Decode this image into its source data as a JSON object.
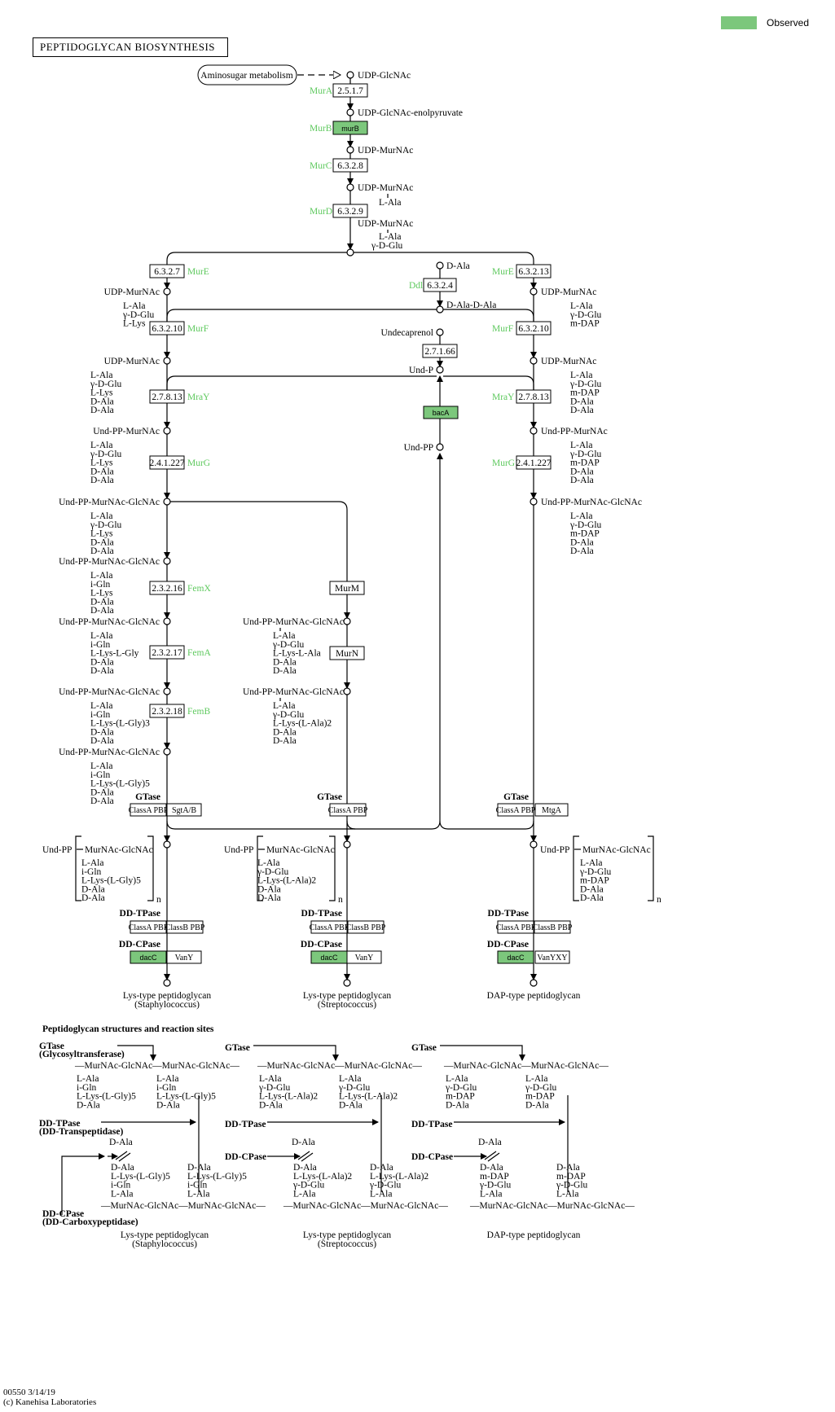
{
  "title": "PEPTIDOGLYCAN BIOSYNTHESIS",
  "legend": {
    "label": "Observed",
    "color": "#7cc77c"
  },
  "footer": {
    "line1": "00550 3/14/19",
    "line2": "(c) Kanehisa Laboratories"
  },
  "colors": {
    "observed": "#7cc77c",
    "gene_label": "#5ec95e"
  },
  "top": {
    "pathway_link": "Aminosugar metabolism",
    "compounds": [
      "UDP-GlcNAc",
      "UDP-GlcNAc-enolpyruvate",
      "UDP-MurNAc",
      "UDP-MurNAc",
      "L-Ala",
      "UDP-MurNAc",
      "L-Ala",
      "γ-D-Glu"
    ],
    "steps": [
      {
        "gene": "MurA",
        "ec": "2.5.1.7"
      },
      {
        "gene": "MurB",
        "ec": "murB"
      },
      {
        "gene": "MurC",
        "ec": "6.3.2.8"
      },
      {
        "gene": "MurD",
        "ec": "6.3.2.9"
      }
    ]
  },
  "center": {
    "dala": "D-Ala",
    "ddl": "Ddl",
    "ec_ddl": "6.3.2.4",
    "dala_dala": "D-Ala-D-Ala",
    "undecaprenol": "Undecaprenol",
    "ec_kinase": "2.7.1.66",
    "undp": "Und-P",
    "baca": "bacA",
    "undpp": "Und-PP"
  },
  "left": {
    "gene_e": "MurE",
    "ec_e": "6.3.2.7",
    "gene_f": "MurF",
    "ec_f": "6.3.2.10",
    "gene_y": "MraY",
    "ec_y": "2.7.8.13",
    "gene_g": "MurG",
    "ec_g": "2.4.1.227",
    "gene_x": "FemX",
    "ec_x": "2.3.2.16",
    "gene_a": "FemA",
    "ec_a": "2.3.2.17",
    "gene_b": "FemB",
    "ec_b": "2.3.2.18",
    "c1": [
      "UDP-MurNAc",
      "L-Ala",
      "γ-D-Glu",
      "L-Lys"
    ],
    "c2": [
      "UDP-MurNAc",
      "L-Ala",
      "γ-D-Glu",
      "L-Lys",
      "D-Ala",
      "D-Ala"
    ],
    "c3": [
      "Und-PP-MurNAc",
      "L-Ala",
      "γ-D-Glu",
      "L-Lys",
      "D-Ala",
      "D-Ala"
    ],
    "c4": [
      "Und-PP-MurNAc-GlcNAc",
      "L-Ala",
      "γ-D-Glu",
      "L-Lys",
      "D-Ala",
      "D-Ala"
    ],
    "c5": [
      "Und-PP-MurNAc-GlcNAc",
      "L-Ala",
      "i-Gln",
      "L-Lys",
      "D-Ala",
      "D-Ala"
    ],
    "c6": [
      "Und-PP-MurNAc-GlcNAc",
      "L-Ala",
      "i-Gln",
      "L-Lys-L-Gly",
      "D-Ala",
      "D-Ala"
    ],
    "c7": [
      "Und-PP-MurNAc-GlcNAc",
      "L-Ala",
      "i-Gln",
      "L-Lys-(L-Gly)3",
      "D-Ala",
      "D-Ala"
    ],
    "c8": [
      "Und-PP-MurNAc-GlcNAc",
      "L-Ala",
      "i-Gln",
      "L-Lys-(L-Gly)5",
      "D-Ala",
      "D-Ala"
    ],
    "poly": [
      "Und-PP",
      "MurNAc-GlcNAc",
      "L-Ala",
      "i-Gln",
      "L-Lys-(L-Gly)5",
      "D-Ala",
      "D-Ala",
      "n"
    ],
    "product": [
      "Lys-type peptidoglycan",
      "(Staphylococcus)"
    ]
  },
  "middle": {
    "murm": "MurM",
    "murn": "MurN",
    "c1": [
      "Und-PP-MurNAc-GlcNAc",
      "L-Ala",
      "γ-D-Glu",
      "L-Lys-L-Ala",
      "D-Ala",
      "D-Ala"
    ],
    "c2": [
      "Und-PP-MurNAc-GlcNAc",
      "L-Ala",
      "γ-D-Glu",
      "L-Lys-(L-Ala)2",
      "D-Ala",
      "D-Ala"
    ],
    "poly": [
      "Und-PP",
      "MurNAc-GlcNAc",
      "L-Ala",
      "γ-D-Glu",
      "L-Lys-(L-Ala)2",
      "D-Ala",
      "D-Ala",
      "n"
    ],
    "product": [
      "Lys-type peptidoglycan",
      "(Streptococcus)"
    ]
  },
  "right": {
    "gene_e": "MurE",
    "ec_e": "6.3.2.13",
    "gene_f": "MurF",
    "ec_f": "6.3.2.10",
    "gene_y": "MraY",
    "ec_y": "2.7.8.13",
    "gene_g": "MurG",
    "ec_g": "2.4.1.227",
    "c1": [
      "UDP-MurNAc",
      "L-Ala",
      "γ-D-Glu",
      "m-DAP"
    ],
    "c2": [
      "UDP-MurNAc",
      "L-Ala",
      "γ-D-Glu",
      "m-DAP",
      "D-Ala",
      "D-Ala"
    ],
    "c3": [
      "Und-PP-MurNAc",
      "L-Ala",
      "γ-D-Glu",
      "m-DAP",
      "D-Ala",
      "D-Ala"
    ],
    "c4": [
      "Und-PP-MurNAc-GlcNAc",
      "L-Ala",
      "γ-D-Glu",
      "m-DAP",
      "D-Ala",
      "D-Ala"
    ],
    "poly": [
      "Und-PP",
      "MurNAc-GlcNAc",
      "L-Ala",
      "γ-D-Glu",
      "m-DAP",
      "D-Ala",
      "D-Ala",
      "n"
    ],
    "product": [
      "DAP-type peptidoglycan"
    ]
  },
  "enzymes": {
    "gtase": "GTase",
    "classa": "ClassA PBP",
    "classb": "ClassB PBP",
    "sgta": "SgtA/B",
    "mtga": "MtgA",
    "ddtpase": "DD-TPase",
    "ddcpase": "DD-CPase",
    "dacc": "dacC",
    "vany": "VanY",
    "vanyxy": "VanYXY"
  },
  "structures": {
    "heading": "Peptidoglycan structures and reaction sites",
    "gtase_full": [
      "GTase",
      "(Glycosyltransferase)"
    ],
    "ddtpase_full": [
      "DD-TPase",
      "(DD-Transpeptidase)"
    ],
    "ddcpase_full": [
      "DD-CPase",
      "(DD-Carboxypeptidase)"
    ],
    "gtase": "GTase",
    "ddtpase": "DD-TPase",
    "ddcpase": "DD-CPase",
    "chain": "—MurNAc-GlcNAc—MurNAc-GlcNAc—",
    "s1": {
      "a": [
        "L-Ala",
        "i-Gln",
        "L-Lys-(L-Gly)5",
        "D-Ala"
      ],
      "b": [
        "L-Ala",
        "i-Gln",
        "L-Lys-(L-Gly)5",
        "D-Ala"
      ],
      "dala": "D-Ala",
      "c": [
        "D-Ala",
        "L-Lys-(L-Gly)5",
        "i-Gln",
        "L-Ala"
      ],
      "d": [
        "D-Ala",
        "L-Lys-(L-Gly)5",
        "i-Gln",
        "L-Ala"
      ],
      "product": [
        "Lys-type peptidoglycan",
        "(Staphylococcus)"
      ]
    },
    "s2": {
      "a": [
        "L-Ala",
        "γ-D-Glu",
        "L-Lys-(L-Ala)2",
        "D-Ala"
      ],
      "b": [
        "L-Ala",
        "γ-D-Glu",
        "L-Lys-(L-Ala)2",
        "D-Ala"
      ],
      "dala": "D-Ala",
      "c": [
        "D-Ala",
        "L-Lys-(L-Ala)2",
        "γ-D-Glu",
        "L-Ala"
      ],
      "d": [
        "D-Ala",
        "L-Lys-(L-Ala)2",
        "γ-D-Glu",
        "L-Ala"
      ],
      "product": [
        "Lys-type peptidoglycan",
        "(Streptococcus)"
      ]
    },
    "s3": {
      "a": [
        "L-Ala",
        "γ-D-Glu",
        "m-DAP",
        "D-Ala"
      ],
      "b": [
        "L-Ala",
        "γ-D-Glu",
        "m-DAP",
        "D-Ala"
      ],
      "dala": "D-Ala",
      "c": [
        "D-Ala",
        "m-DAP",
        "γ-D-Glu",
        "L-Ala"
      ],
      "d": [
        "D-Ala",
        "m-DAP",
        "γ-D-Glu",
        "L-Ala"
      ],
      "product": [
        "DAP-type peptidoglycan"
      ]
    }
  }
}
